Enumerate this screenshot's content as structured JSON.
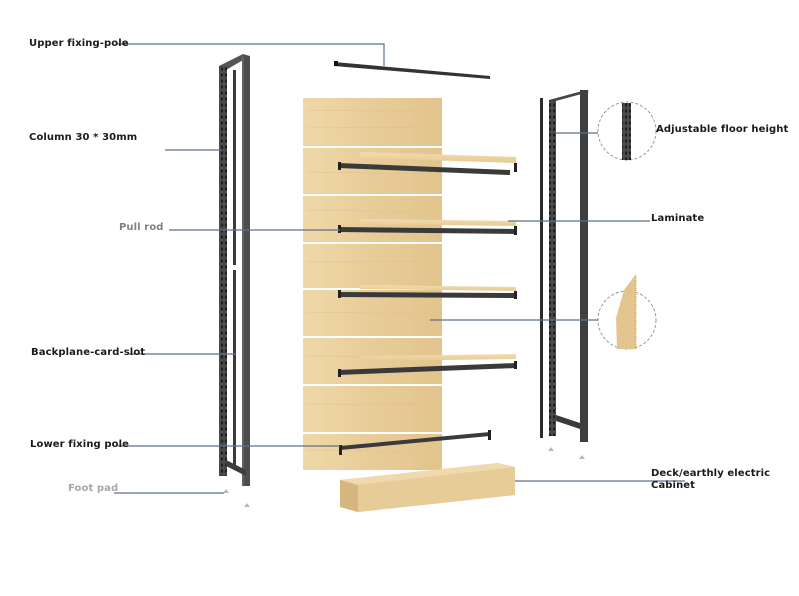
{
  "diagram": {
    "type": "exploded-view product diagram",
    "subject": "Wood and metal wall display shelf",
    "colors": {
      "frame": "#3a3a3a",
      "wood": "#e9cf9c",
      "wood_dark": "#d8b97e",
      "leader_line": "#5d7187",
      "background": "#ffffff"
    },
    "labels": {
      "upper_fixing_pole": "Upper fixing-pole",
      "column": "Column 30 * 30mm",
      "pull_rod": "Pull rod",
      "backplane_card_slot": "Backplane-card-slot",
      "lower_fixing_pole": "Lower fixing pole",
      "foot_pad": "Foot pad",
      "adjustable_floor_height": "Adjustable floor height",
      "laminate": "Laminate",
      "deck_line1": "Deck/earthly electric",
      "deck_line2": "Cabinet"
    },
    "components": [
      "upper-fixing-pole",
      "left-column-frame",
      "right-column-frame",
      "backplane-panels",
      "shelf-laminates",
      "pull-rods",
      "lower-fixing-pole",
      "foot-pads",
      "base-cabinet",
      "detail-circle-column-holes",
      "detail-circle-laminate-edge"
    ]
  }
}
